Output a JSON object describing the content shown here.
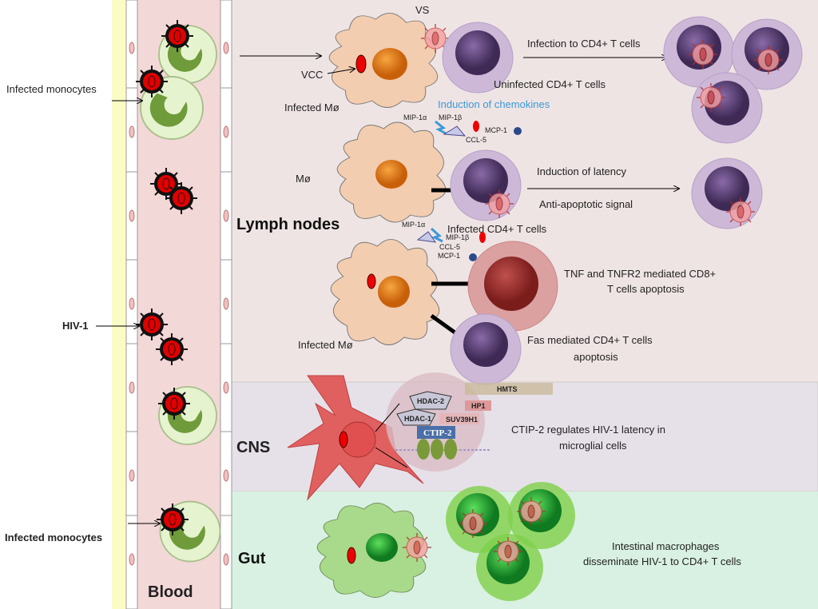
{
  "blood": {
    "title": "Blood",
    "infected_monocytes_top": "Infected monocytes",
    "hiv1": "HIV-1",
    "infected_monocytes_bottom": "Infected monocytes"
  },
  "lymph_nodes": {
    "title": "Lymph nodes",
    "vs": "VS",
    "vcc": "VCC",
    "infected_macrophage_1": "Infected Mø",
    "infection_to_cd4": "Infection to CD4+ T cells",
    "uninfected_cd4": "Uninfected CD4+ T cells",
    "induction_chemokines": "Induction of chemokines",
    "chemokines_1": {
      "mip1a": "MIP-1α",
      "mip1b": "MIP-1β",
      "mcp1": "MCP-1",
      "ccl5": "CCL-5"
    },
    "macrophage": "Mø",
    "induction_latency": "Induction of latency",
    "anti_apoptotic": "Anti-apoptotic signal",
    "infected_cd4": "Infected CD4+ T cells",
    "chemokines_2": {
      "mip1a": "MIP-1α",
      "mip1b": "MIP-1β",
      "mcp1": "MCP-1",
      "ccl5": "CCL-5"
    },
    "tnf_line1": "TNF and TNFR2 mediated CD8+",
    "tnf_line2": "T cells apoptosis",
    "infected_macrophage_2": "Infected Mø",
    "fas_line1": "Fas mediated CD4+ T cells",
    "fas_line2": "apoptosis"
  },
  "cns": {
    "title": "CNS",
    "hmts": "HMTS",
    "hp1": "HP1",
    "hdac2": "HDAC-2",
    "hdac1": "HDAC-1",
    "suv39h1": "SUV39H1",
    "ctip2": "CTIP-2",
    "desc_line1": "CTIP-2 regulates HIV-1 latency in",
    "desc_line2": "microglial cells"
  },
  "gut": {
    "title": "Gut",
    "desc_line1": "Intestinal macrophages",
    "desc_line2": "disseminate HIV-1 to CD4+ T cells"
  },
  "colors": {
    "blood_bg": "#f3d8d8",
    "lymph_bg": "#efe4e4",
    "cns_bg": "#e6e1e9",
    "gut_bg": "#d9f1e2",
    "chemokine_text": "#3a9ad9",
    "virus": "#e00000",
    "tcell": "#5a3f73"
  }
}
